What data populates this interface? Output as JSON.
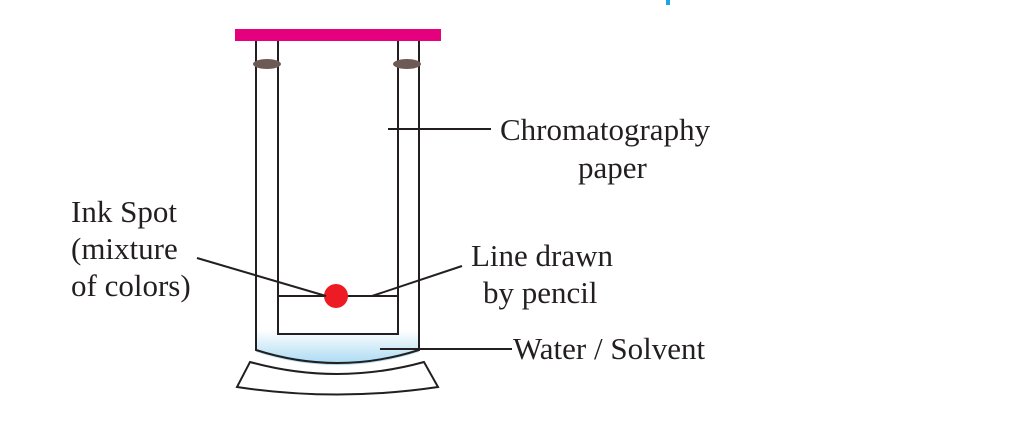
{
  "labels": {
    "chromatography_paper_line1": "Chromatography",
    "chromatography_paper_line2": "paper",
    "ink_spot_line1": "Ink Spot",
    "ink_spot_line2": "(mixture",
    "ink_spot_line3": "of colors)",
    "pencil_line_line1": "Line drawn",
    "pencil_line_line2": "by pencil",
    "solvent": "Water / Solvent"
  },
  "colors": {
    "rod": "#e5007e",
    "clip": "#6d5a55",
    "ink_spot": "#ed1c24",
    "solvent_top": "#ffffff",
    "solvent_bottom": "#a7d9f2",
    "stroke": "#231f20",
    "corner_accent": "#1ea3e0"
  }
}
